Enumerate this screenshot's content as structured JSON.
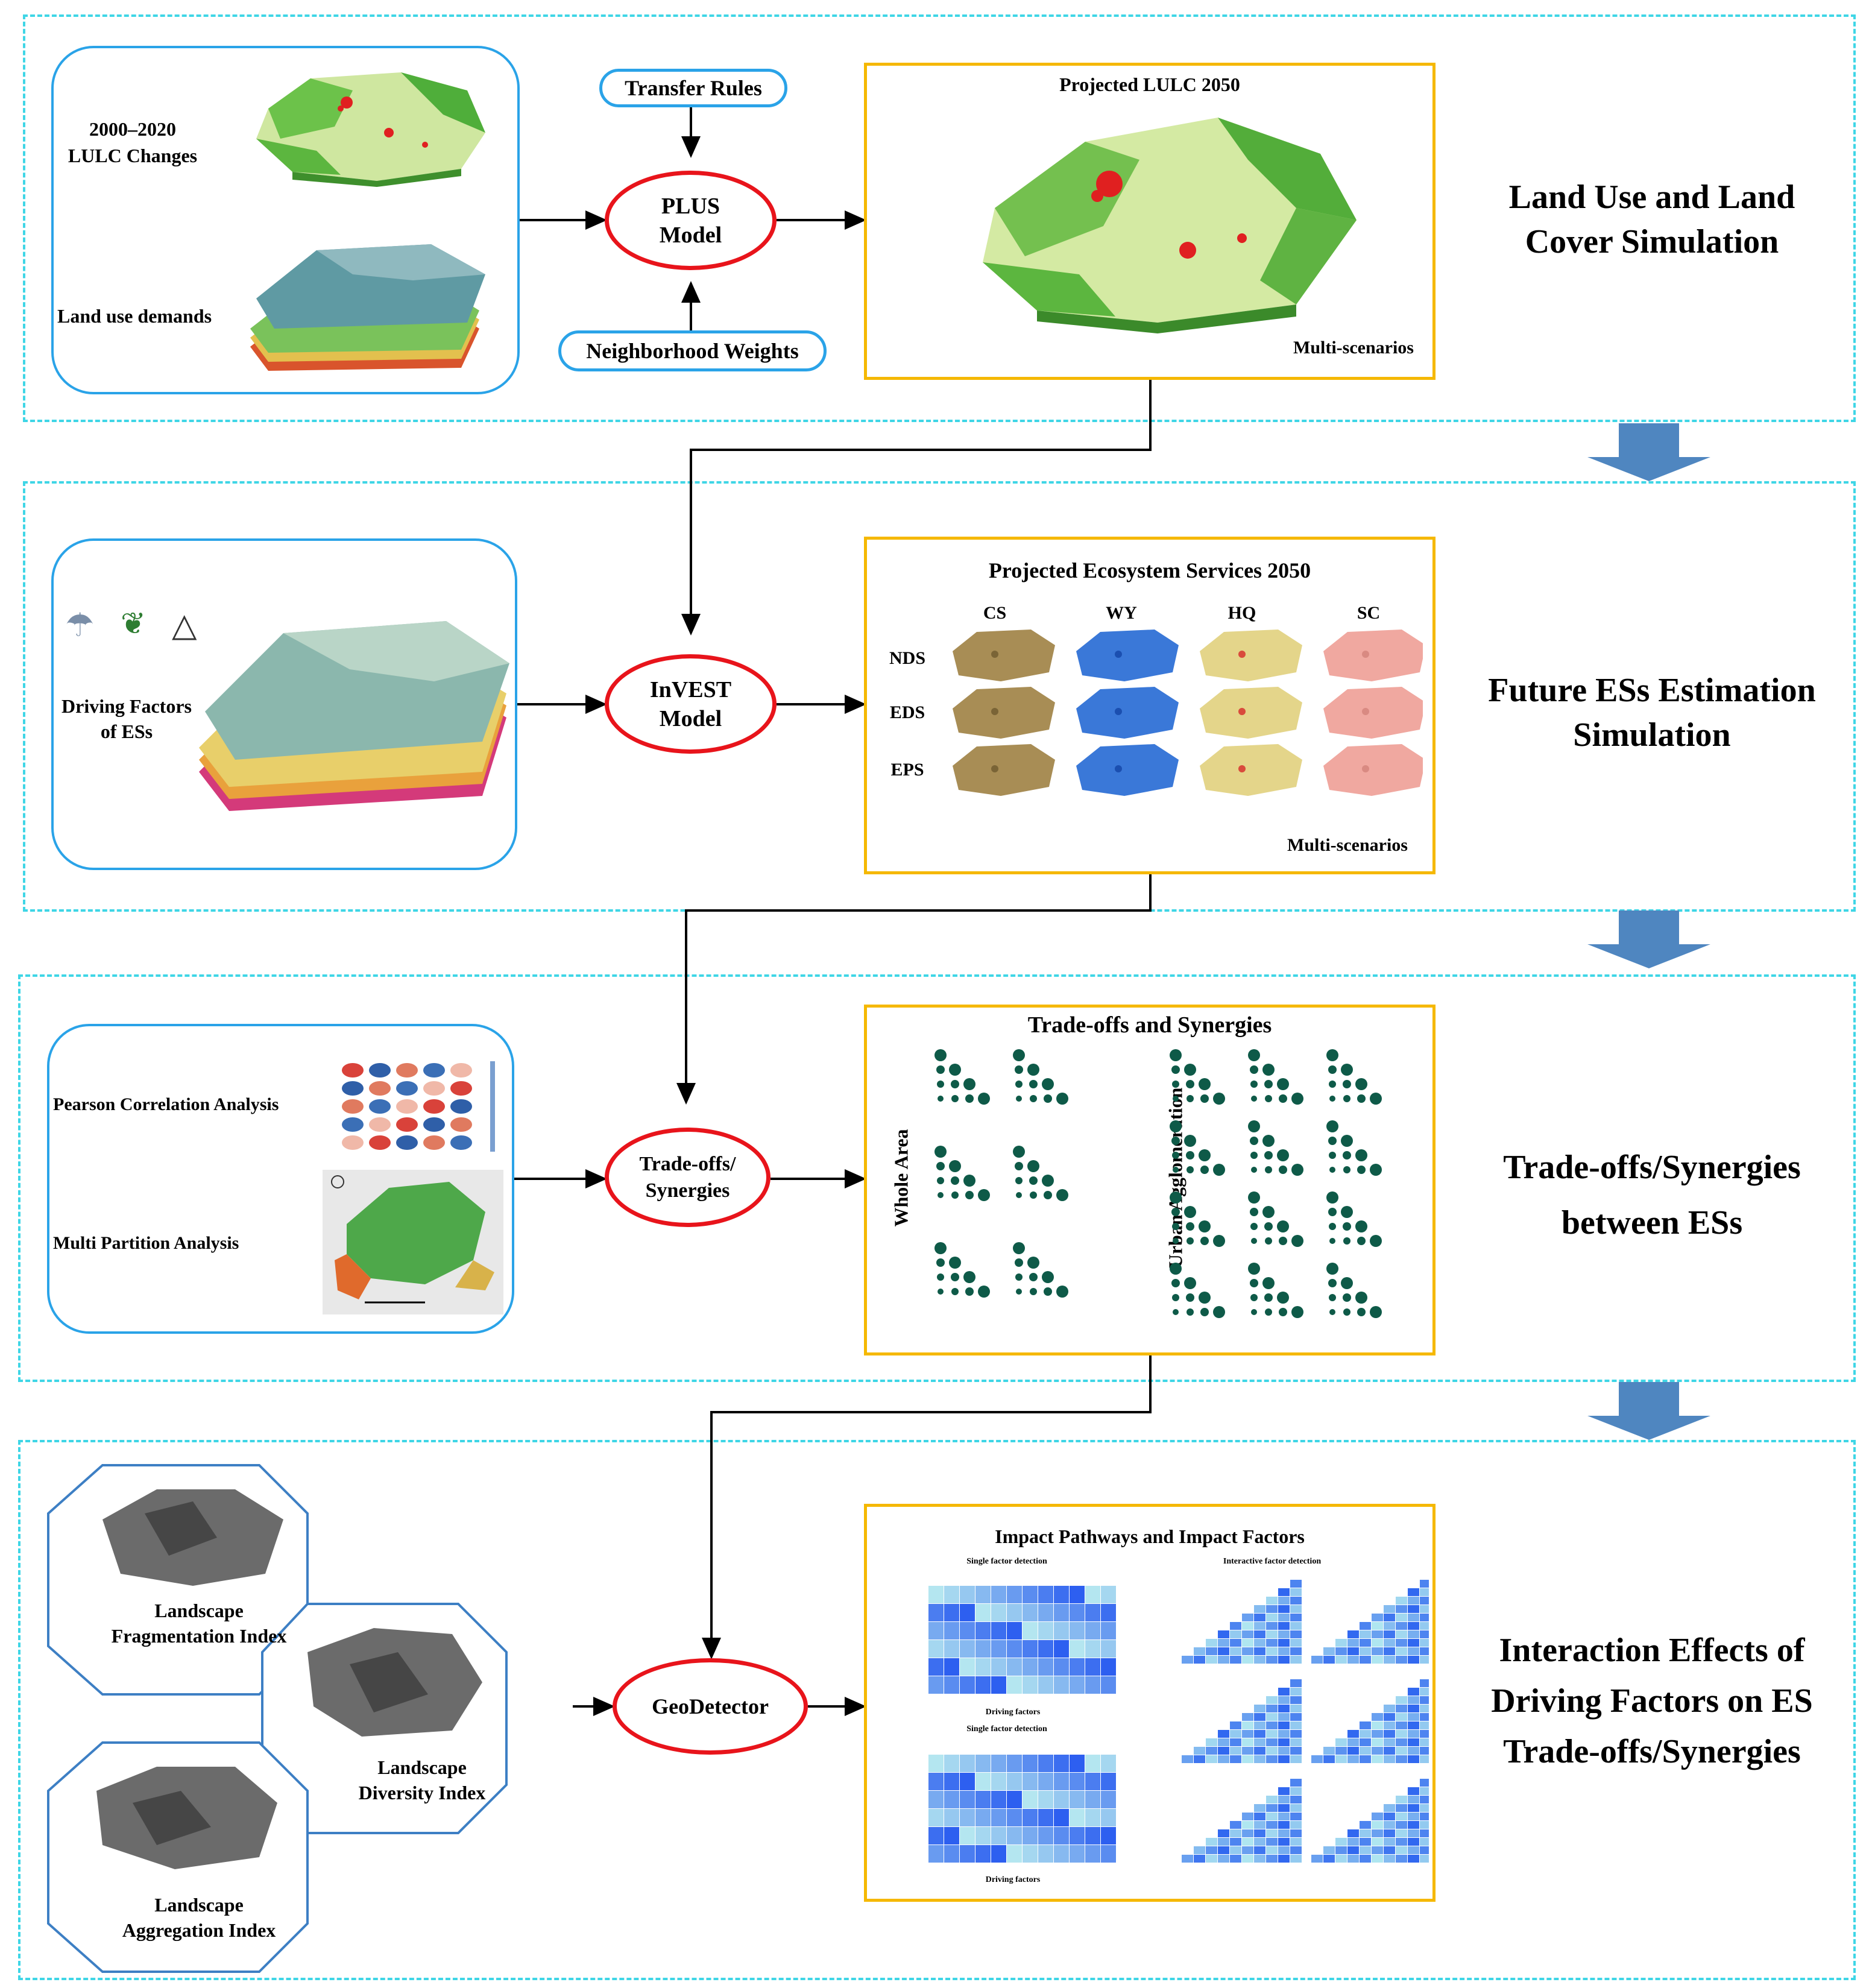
{
  "stage1": {
    "input_lulc": "2000–2020\nLULC Changes",
    "input_demands": "Land use demands",
    "transfer_rules": "Transfer Rules",
    "neighborhood_weights": "Neighborhood Weights",
    "model": "PLUS\nModel",
    "output_title": "Projected LULC 2050",
    "output_note": "Multi-scenarios",
    "side_title": "Land Use and Land\nCover Simulation"
  },
  "stage2": {
    "input_label": "Driving Factors\nof ESs",
    "model": "InVEST\nModel",
    "output_title": "Projected Ecosystem Services 2050",
    "columns": [
      "CS",
      "WY",
      "HQ",
      "SC"
    ],
    "rows": [
      "NDS",
      "EDS",
      "EPS"
    ],
    "output_note": "Multi-scenarios",
    "side_title": "Future ESs Estimation\nSimulation"
  },
  "stage3": {
    "input_pearson": "Pearson Correlation Analysis",
    "input_partition": "Multi Partition Analysis",
    "model": "Trade-offs/\nSynergies",
    "output_title": "Trade-offs and Synergies",
    "whole_area": "Whole Area",
    "urban_agglomeration": "Urban Agglomeration",
    "side_title": "Trade-offs/Synergies\nbetween ESs"
  },
  "stage4": {
    "index_fragmentation": "Landscape\nFragmentation Index",
    "index_diversity": "Landscape\nDiversity Index",
    "index_aggregation": "Landscape\nAggregation Index",
    "model": "GeoDetector",
    "output_title": "Impact Pathways and Impact Factors",
    "panel_single_1": "Single factor detection",
    "panel_single_2": "Single factor detection",
    "panel_interactive": "Interactive factor detection",
    "axis_driving": "Driving factors",
    "side_title": "Interaction Effects of\nDriving Factors on ES\nTrade-offs/Synergies"
  },
  "colors": {
    "dashed": "#3fd6e6",
    "input_border": "#2aa3e8",
    "output_border": "#f5b800",
    "oval_border": "#e8141b",
    "down_arrow": "#4f86c0",
    "bubble": "#0e5a48",
    "heat": "#3a8fcf"
  }
}
